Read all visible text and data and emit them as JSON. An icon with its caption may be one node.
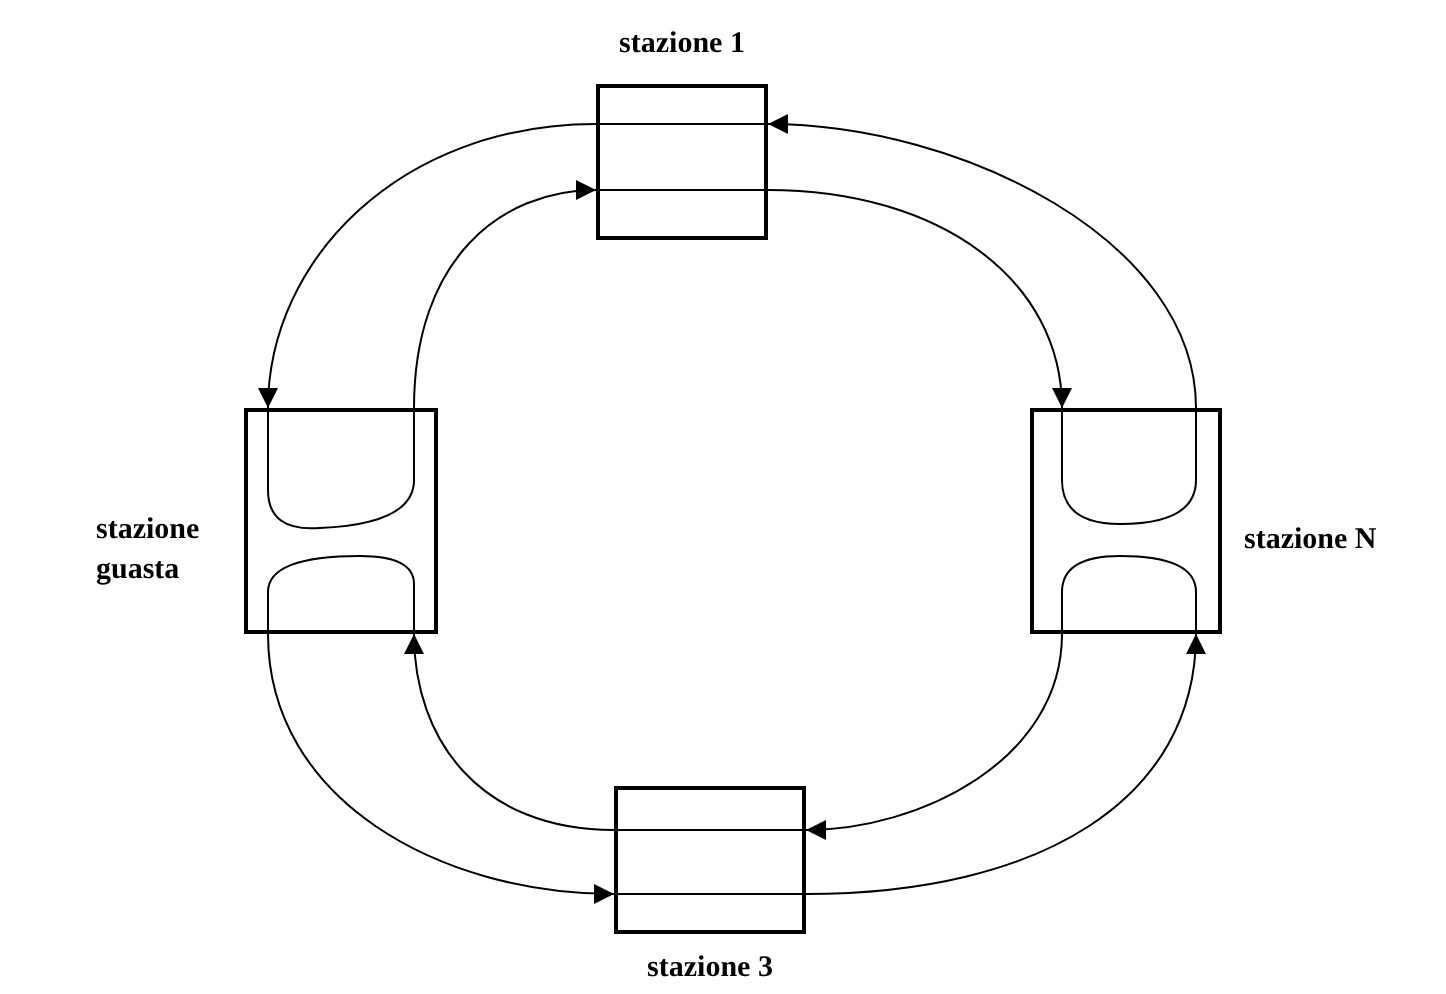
{
  "diagram": {
    "nodes": [
      {
        "text": [],
        "shape": "box",
        "beside": [
          "stazione 1"
        ]
      },
      {
        "text": [],
        "shape": "box",
        "beside": [
          "stazione guasta"
        ]
      },
      {
        "text": [],
        "shape": "box",
        "beside": [
          "stazione N"
        ]
      },
      {
        "text": [],
        "shape": "box",
        "beside": [
          "stazione 3"
        ]
      }
    ],
    "edges": [
      {
        "from": 2,
        "to": 0,
        "arrow": "to"
      },
      {
        "from": 0,
        "to": 1,
        "arrow": "to"
      },
      {
        "from": 1,
        "to": 0,
        "arrow": "to"
      },
      {
        "from": 0,
        "to": 2,
        "arrow": "to"
      },
      {
        "from": 2,
        "to": 3,
        "arrow": "to"
      },
      {
        "from": 3,
        "to": 1,
        "arrow": "to"
      },
      {
        "from": 1,
        "to": 3,
        "arrow": "to"
      },
      {
        "from": 3,
        "to": 2,
        "arrow": "to"
      }
    ]
  }
}
